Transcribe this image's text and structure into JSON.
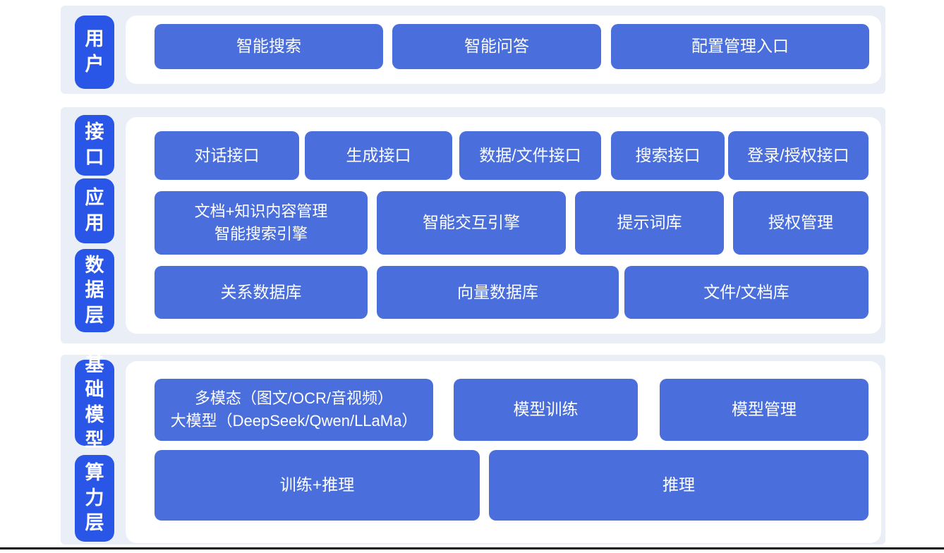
{
  "colors": {
    "band_bg": "#e9eef7",
    "label_blue": "#2a56e8",
    "block_blue": "#4a6edb",
    "text_white": "#ffffff",
    "bottom_line": "#0c0c0c",
    "page_bg": "#ffffff"
  },
  "layers": {
    "user": {
      "label": "用户",
      "blocks": {
        "smart_search": "智能搜索",
        "smart_qa": "智能问答",
        "config_entry": "配置管理入口"
      }
    },
    "interface": {
      "label": "接口",
      "blocks": {
        "dialog_api": "对话接口",
        "generation_api": "生成接口",
        "data_file_api": "数据/文件接口",
        "search_api": "搜索接口",
        "login_auth_api": "登录/授权接口"
      }
    },
    "application": {
      "label": "应用",
      "blocks": {
        "doc_knowledge_search": "文档+知识内容管理\n智能搜索引擎",
        "interaction_engine": "智能交互引擎",
        "prompt_library": "提示词库",
        "auth_management": "授权管理"
      }
    },
    "data": {
      "label": "数据层",
      "blocks": {
        "relational_db": "关系数据库",
        "vector_db": "向量数据库",
        "file_doc_store": "文件/文档库"
      }
    },
    "foundation_model": {
      "label": "基础模型",
      "blocks": {
        "multimodal_llm": "多模态（图文/OCR/音视频）\n大模型（DeepSeek/Qwen/LLaMa）",
        "model_training": "模型训练",
        "model_management": "模型管理"
      }
    },
    "compute": {
      "label": "算力层",
      "blocks": {
        "training_inference": "训练+推理",
        "inference": "推理"
      }
    }
  }
}
